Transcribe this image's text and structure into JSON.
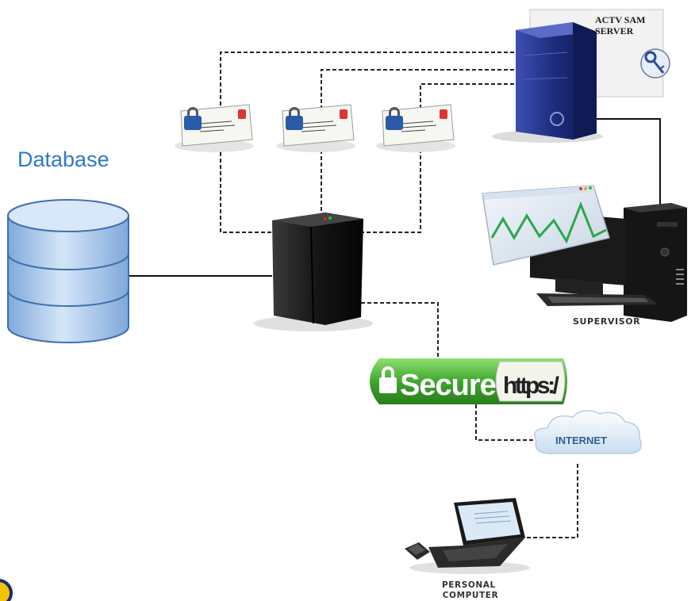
{
  "labels": {
    "database": "Database",
    "sam_server_line1": "ACTV SAM",
    "sam_server_line2": "SERVER",
    "supervisor": "SUPERVISOR",
    "internet": "INTERNET",
    "personal_computer": "PERSONAL COMPUTER",
    "secure": "Secure",
    "https": "https:/"
  },
  "colors": {
    "database_text": "#2f78c7",
    "database_cylinder": "#a9c9ee",
    "secure_bar": "#4fb83a",
    "sam_server": "#2a3a8f",
    "app_server": "#1c1c1c",
    "chart_line": "#2aa84a"
  },
  "icons": [
    "database-icon",
    "app-server-icon",
    "sam-server-icon",
    "key-icon",
    "lock-icon",
    "envelope-icon",
    "monitor-icon",
    "cloud-icon",
    "laptop-icon",
    "card-reader-icon"
  ]
}
